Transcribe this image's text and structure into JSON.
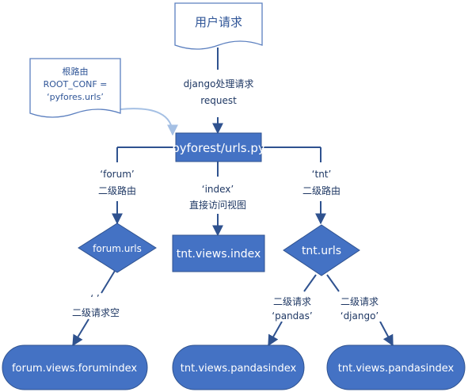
{
  "diagram": {
    "request_doc": "用户请求",
    "root_note": {
      "line1": "根路由",
      "line2": "ROOT_CONF =",
      "line3": "‘pyfores.urls’"
    },
    "request_label": {
      "line1": "django处理请求",
      "line2": "request"
    },
    "root_urls": "pyforest/urls.py",
    "forum_label": {
      "line1": "‘forum’",
      "line2": "二级路由"
    },
    "index_label": {
      "line1": "‘index’",
      "line2": "直接访问视图"
    },
    "tnt_label": {
      "line1": "‘tnt’",
      "line2": "二级路由"
    },
    "forum_urls": "forum.urls",
    "tnt_views_index": "tnt.views.index",
    "tnt_urls": "tnt.urls",
    "empty_label": {
      "line1": "‘ ’",
      "line2": "二级请求空"
    },
    "pandas_label": {
      "line1": "二级请求",
      "line2": "‘pandas’"
    },
    "django_label": {
      "line1": "二级请求",
      "line2": "‘django’"
    },
    "forum_views": "forum.views.forumindex",
    "tnt_pandas_1": "tnt.views.pandasindex",
    "tnt_pandas_2": "tnt.views.pandasindex"
  },
  "colors": {
    "node_fill": "#4472c4",
    "node_stroke": "#2f528f",
    "edge": "#2f528f",
    "note_edge": "#a5c0e4",
    "doc_stroke": "#5b7fbf",
    "label_text": "#1f3864",
    "doc_text": "#2f5597"
  }
}
